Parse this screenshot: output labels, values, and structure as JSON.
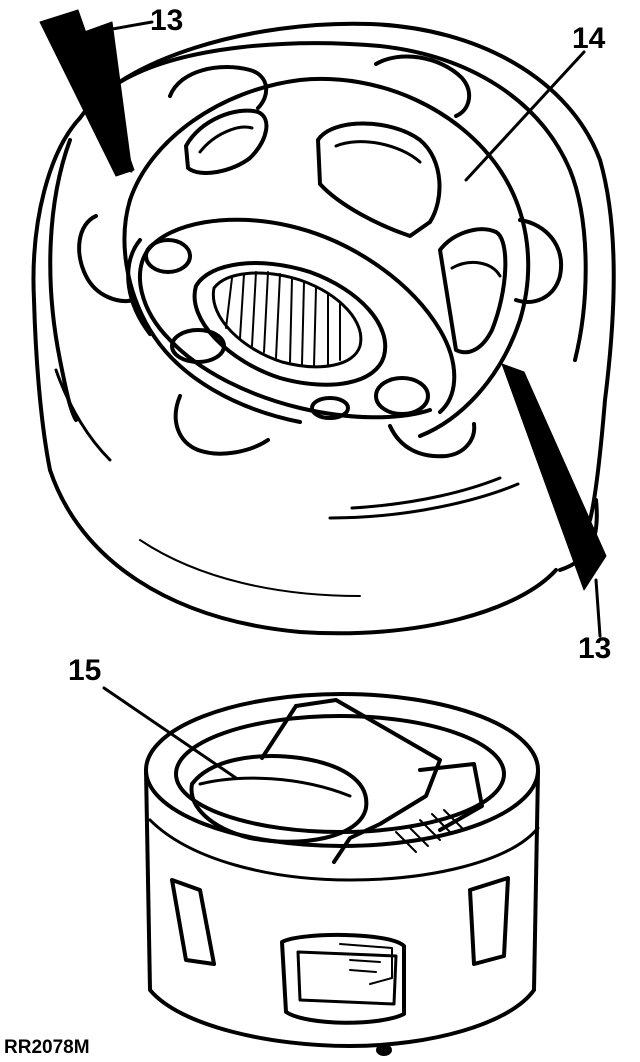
{
  "figure": {
    "reference": "RR2078M",
    "ink_color": "#000000",
    "background_color": "#ffffff"
  },
  "callouts": {
    "outer_race_top": "13",
    "inner_race": "14",
    "outer_race_bottom": "13",
    "cage": "15"
  }
}
